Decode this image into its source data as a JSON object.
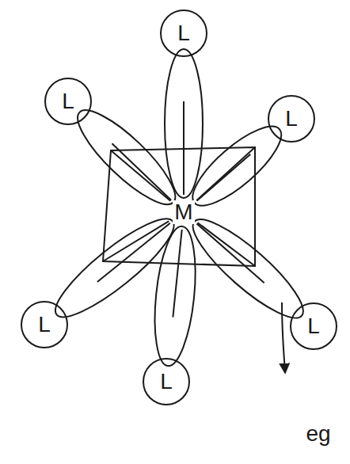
{
  "diagram": {
    "nodes": [
      {
        "text": [
          "L"
        ]
      },
      {
        "text": [
          "L"
        ]
      },
      {
        "text": [
          "L"
        ]
      },
      {
        "text": [
          "L"
        ]
      },
      {
        "text": [
          "L"
        ]
      },
      {
        "text": [
          "L"
        ]
      }
    ],
    "labels": [
      "M",
      "eg"
    ]
  }
}
